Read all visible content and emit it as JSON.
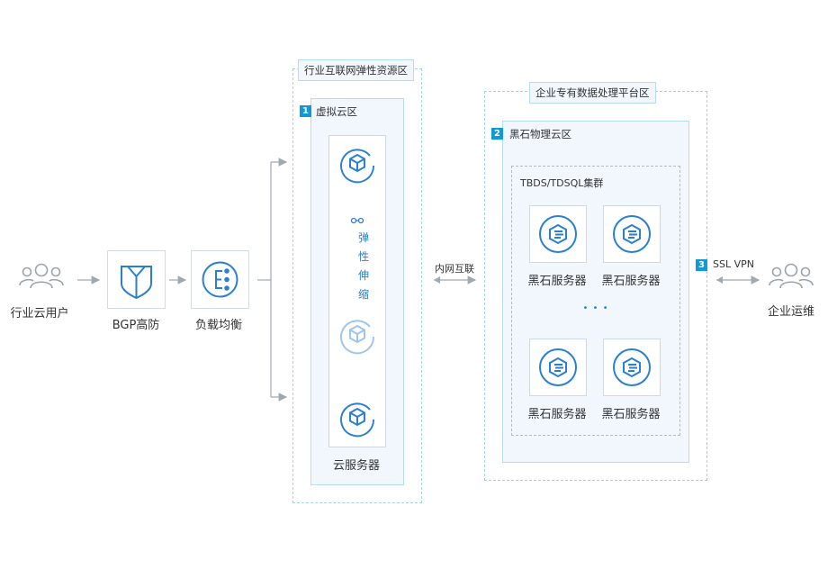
{
  "nodes": {
    "users": "行业云用户",
    "bgp": "BGP高防",
    "lb": "负载均衡",
    "ops": "企业运维"
  },
  "zones": {
    "elastic_zone": "行业互联网弹性资源区",
    "platform_zone": "企业专有数据处理平台区"
  },
  "regions": {
    "virtual": {
      "num": "1",
      "title": "虚拟云区"
    },
    "physical": {
      "num": "2",
      "title": "黑石物理云区"
    }
  },
  "elastic": {
    "scale_label": [
      "弹",
      "性",
      "伸",
      "缩"
    ],
    "cloud_server": "云服务器"
  },
  "links": {
    "intranet": "内网互联",
    "vpn_num": "3",
    "vpn": "SSL VPN"
  },
  "cluster": {
    "title": "TBDS/TDSQL集群",
    "servers": [
      "黑石服务器",
      "黑石服务器",
      "黑石服务器",
      "黑石服务器"
    ],
    "ellipsis": "• • •"
  },
  "colors": {
    "accent": "#0f99d9",
    "icon_blue": "#2b7fd1",
    "zone_border": "#9fd0ee",
    "region_fill": "#f1f7fd",
    "line_gray": "#a0a8b0"
  },
  "icons": {
    "users": "users-group-icon",
    "bgp": "shield-icon",
    "lb": "load-balancer-icon",
    "cloud_server": "cube-icon",
    "physical_server": "physical-server-icon",
    "scale": "scaling-icon",
    "ops": "users-group-icon"
  }
}
